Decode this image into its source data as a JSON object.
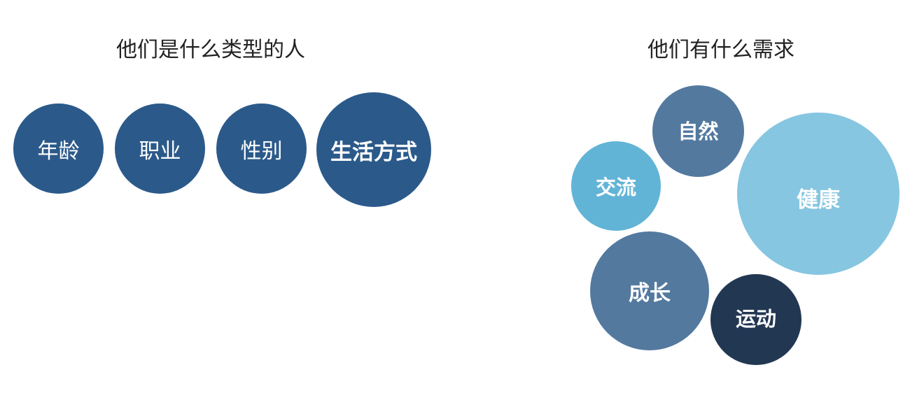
{
  "left_panel": {
    "title": "他们是什么类型的人",
    "bubbles": [
      {
        "label": "年龄",
        "color": "#2b5a8a"
      },
      {
        "label": "职业",
        "color": "#2b5a8a"
      },
      {
        "label": "性别",
        "color": "#2b5a8a"
      },
      {
        "label": "生活方式",
        "color": "#2b5a8a"
      }
    ]
  },
  "right_panel": {
    "title": "他们有什么需求",
    "bubbles": [
      {
        "label": "自然",
        "color": "#53799f"
      },
      {
        "label": "交流",
        "color": "#62b4d6"
      },
      {
        "label": "健康",
        "color": "#86c6e1"
      },
      {
        "label": "成长",
        "color": "#53799f"
      },
      {
        "label": "运动",
        "color": "#223752"
      }
    ]
  }
}
